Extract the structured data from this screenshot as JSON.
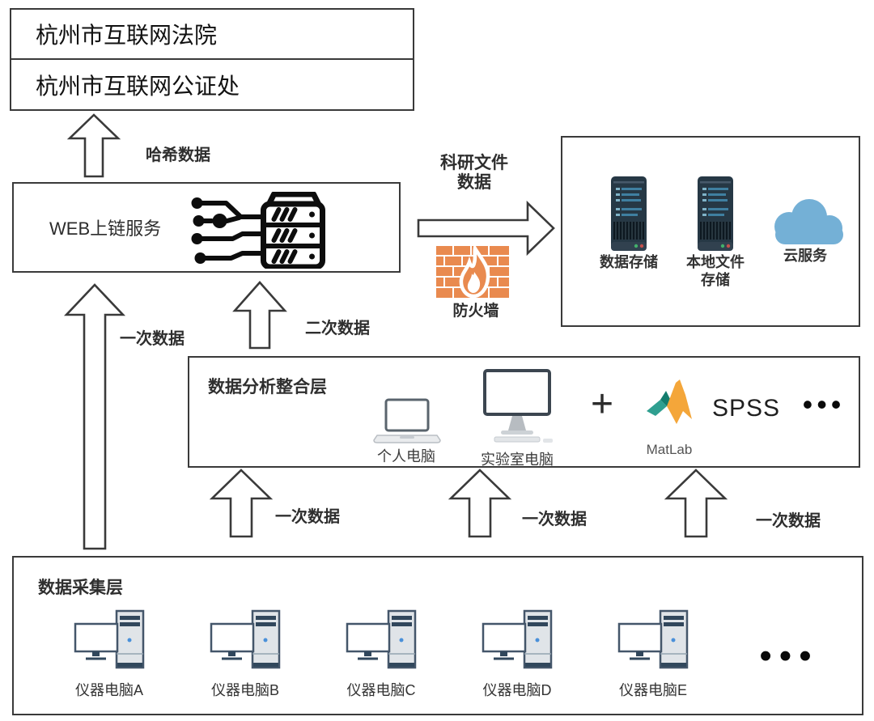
{
  "header_box": {
    "court": "杭州市互联网法院",
    "notary": "杭州市互联网公证处"
  },
  "web_service_box": {
    "label": "WEB上链服务",
    "icon": "blockchain-server-icon"
  },
  "flow_labels": {
    "hash_data": "哈希数据",
    "primary_data_left": "一次数据",
    "secondary_data": "二次数据",
    "research_file_data": "科研文件数据",
    "firewall": "防火墙",
    "primary_data_1": "一次数据",
    "primary_data_2": "一次数据",
    "primary_data_3": "一次数据"
  },
  "storage_box": {
    "items": [
      {
        "label": "数据存储",
        "icon": "server-icon"
      },
      {
        "label": "本地文件存储",
        "icon": "server-icon"
      },
      {
        "label": "云服务",
        "icon": "cloud-icon"
      }
    ]
  },
  "analysis_box": {
    "title": "数据分析整合层",
    "items": [
      {
        "label": "个人电脑",
        "icon": "laptop-icon"
      },
      {
        "label": "实验室电脑",
        "icon": "desktop-icon"
      }
    ],
    "plus": "+",
    "matlab_label": "MatLab",
    "spss_label": "SPSS",
    "ellipsis": "•••"
  },
  "collection_box": {
    "title": "数据采集层",
    "computers": [
      {
        "label": "仪器电脑A",
        "icon": "instrument-computer-icon"
      },
      {
        "label": "仪器电脑B",
        "icon": "instrument-computer-icon"
      },
      {
        "label": "仪器电脑C",
        "icon": "instrument-computer-icon"
      },
      {
        "label": "仪器电脑D",
        "icon": "instrument-computer-icon"
      },
      {
        "label": "仪器电脑E",
        "icon": "instrument-computer-icon"
      }
    ],
    "ellipsis": "•••"
  },
  "colors": {
    "firewall_orange": "#e98a4f",
    "server_navy": "#263845",
    "server_teal": "#3f7fa0",
    "cloud_blue": "#74b0d6",
    "matlab_orange": "#f4a63a",
    "matlab_teal": "#2f9f90",
    "arrow_stroke": "#3a3a3a"
  }
}
